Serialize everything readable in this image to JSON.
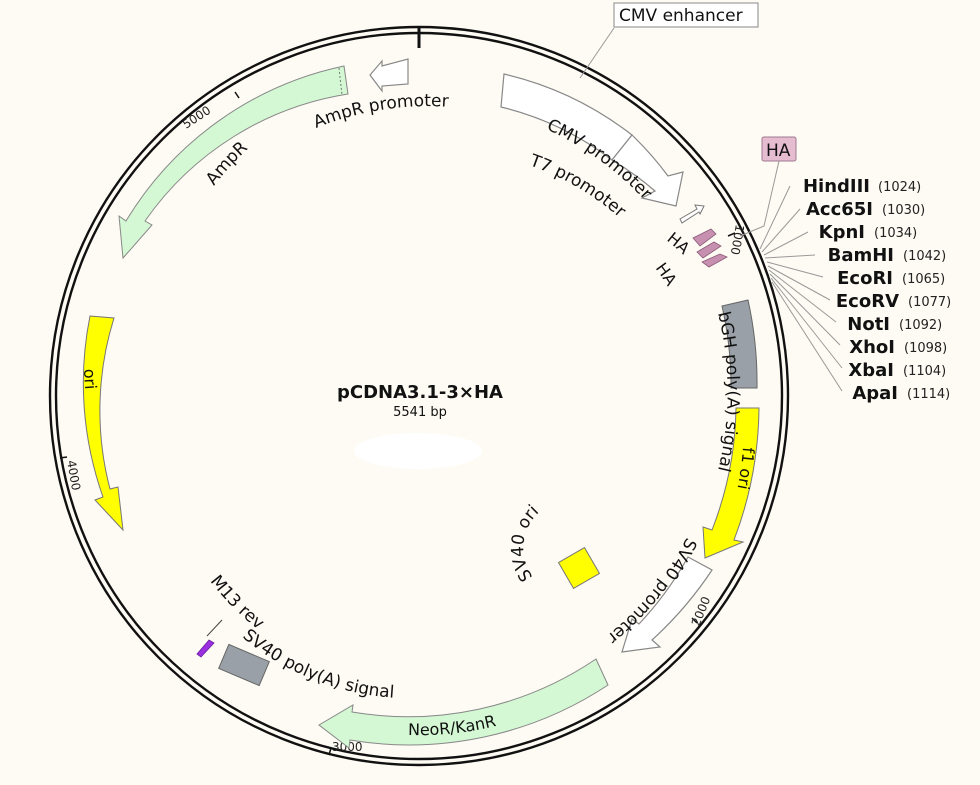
{
  "plasmid": {
    "name": "pCDNA3.1-3×HA",
    "size": "5541 bp"
  },
  "ticks": [
    "1000",
    "2000",
    "3000",
    "4000",
    "5000"
  ],
  "features": {
    "cmv_enhancer": "CMV enhancer",
    "cmv_promoter": "CMV promoter",
    "t7_promoter": "T7 promoter",
    "ha_tag_box": "HA",
    "ha_1": "HA",
    "ha_2": "HA",
    "bgh_polya": "bGH poly(A) signal",
    "f1_ori": "f1 ori",
    "sv40_promoter": "SV40 promoter",
    "sv40_ori": "SV40 ori",
    "neor_kanr": "NeoR/KanR",
    "sv40_polya": "SV40 poly(A) signal",
    "m13_rev": "M13 rev",
    "ori": "ori",
    "ampr": "AmpR",
    "ampr_promoter": "AmpR promoter"
  },
  "restriction_sites": [
    {
      "name": "HindIII",
      "position": "(1024)"
    },
    {
      "name": "Acc65I",
      "position": "(1030)"
    },
    {
      "name": "KpnI",
      "position": "(1034)"
    },
    {
      "name": "BamHI",
      "position": "(1042)"
    },
    {
      "name": "EcoRI",
      "position": "(1065)"
    },
    {
      "name": "EcoRV",
      "position": "(1077)"
    },
    {
      "name": "NotI",
      "position": "(1092)"
    },
    {
      "name": "XhoI",
      "position": "(1098)"
    },
    {
      "name": "XbaI",
      "position": "(1104)"
    },
    {
      "name": "ApaI",
      "position": "(1114)"
    }
  ],
  "colors": {
    "backbone": "#111111",
    "promoter_fill": "#ffffff",
    "cds_green": "#d4f7d4",
    "origin_yellow": "#ffff00",
    "polya_gray": "#9aa0a8",
    "ha_pink": "#c890b0",
    "ha_label_bg": "#e6bcd0",
    "primer_purple": "#9b30e0"
  }
}
